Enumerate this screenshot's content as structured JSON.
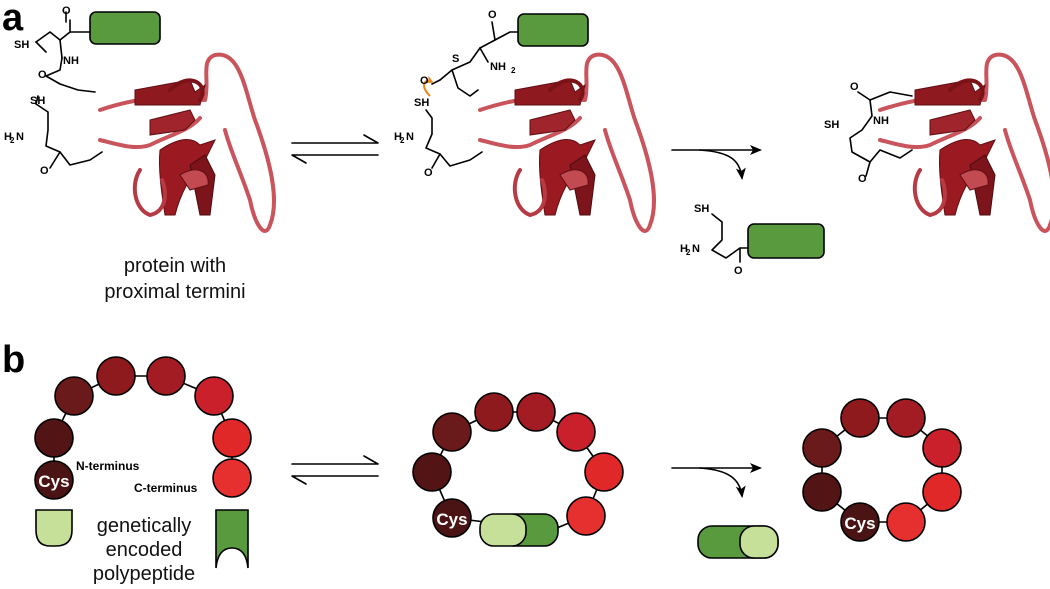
{
  "panel_a": {
    "label": "a",
    "caption_line1": "protein with",
    "caption_line2": "proximal termini",
    "atoms": {
      "sh": "SH",
      "nh": "NH",
      "nh2": "NH",
      "h2n": "H",
      "o": "O",
      "s": "S",
      "sub2": "2"
    }
  },
  "panel_b": {
    "label": "b",
    "cys_label": "Cys",
    "n_terminus": "N-terminus",
    "c_terminus": "C-terminus",
    "caption_line1": "genetically",
    "caption_line2": "encoded",
    "caption_line3": "polypeptide"
  },
  "colors": {
    "intein_green": "#5a9a3e",
    "light_green": "#c6e09a",
    "cys_dark": "#4a1414",
    "ribbon": "#9b1a22"
  }
}
